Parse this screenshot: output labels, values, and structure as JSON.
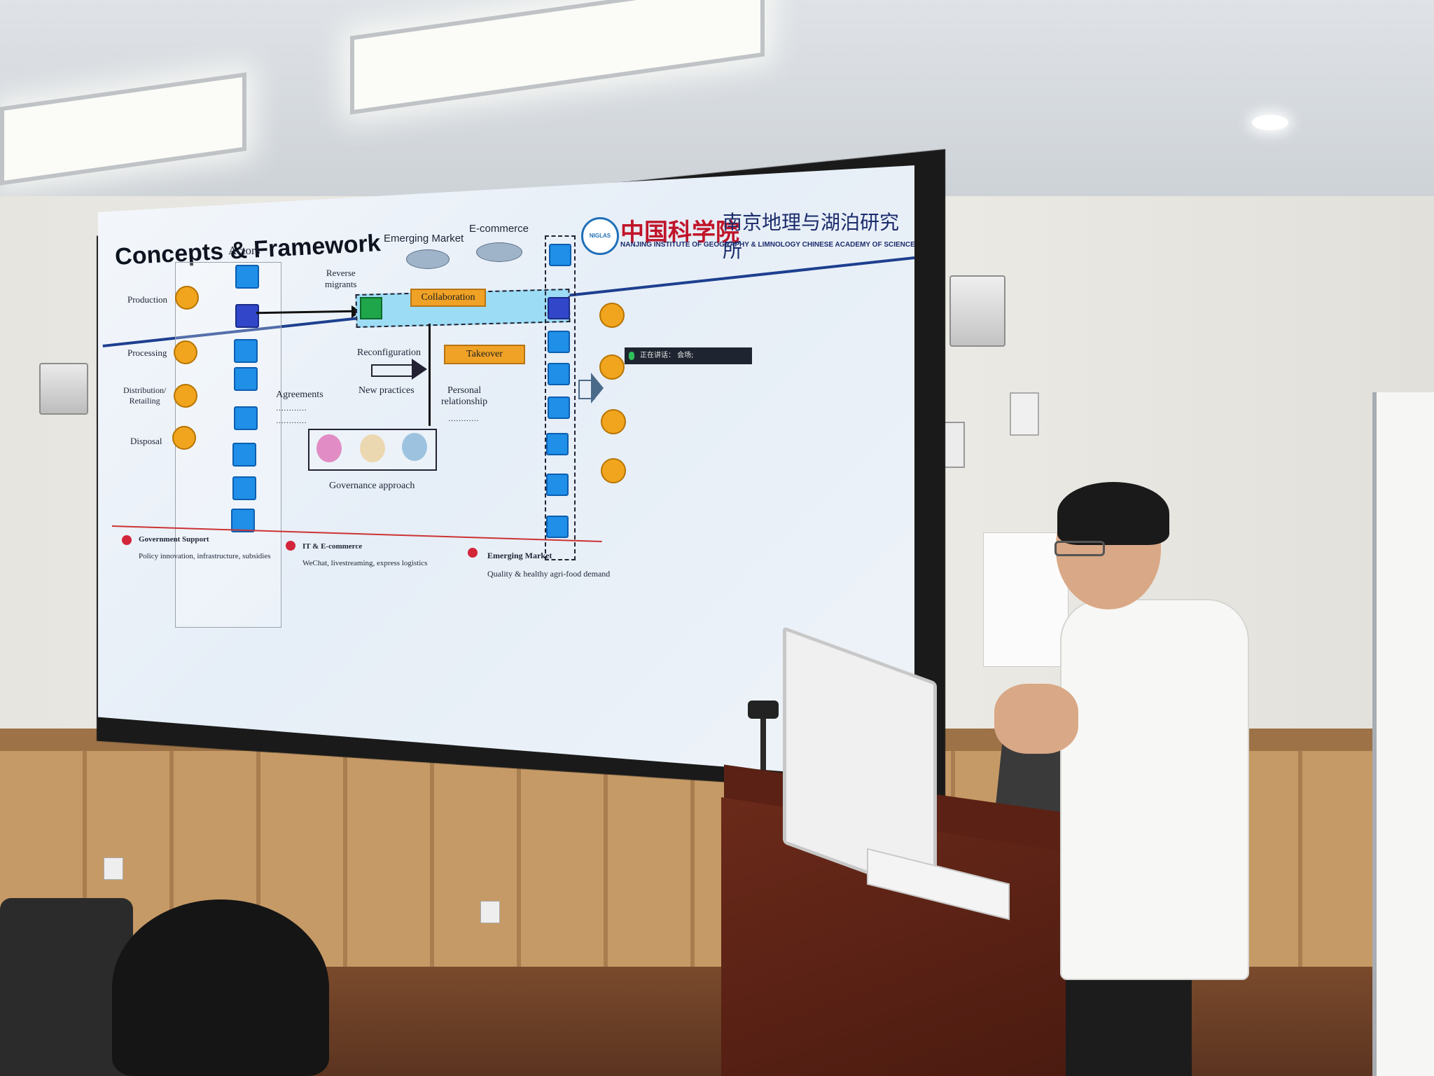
{
  "slide": {
    "title": "Concepts & Framework",
    "logo_cn_main": "中国科学院",
    "logo_cn_institute": "南京地理与湖泊研究所",
    "logo_en": "NANJING INSTITUTE OF GEOGRAPHY & LIMNOLOGY CHINESE ACADEMY OF SCIENCES",
    "logo_badge": "NIGLAS",
    "actors_label": "Actors",
    "stages": [
      "Production",
      "Processing",
      "Distribution/\nRetailing",
      "Disposal"
    ],
    "emerging_market": "Emerging Market",
    "ecommerce": "E-commerce",
    "reverse_migrants": "Reverse\nmigrants",
    "collaboration": "Collaboration",
    "takeover": "Takeover",
    "reconfiguration": "Reconfiguration",
    "new_practices": "New practices",
    "agreements": "Agreements",
    "agreements_dots": "…………\n…………",
    "personal_relationship": "Personal\nrelationship",
    "personal_dots": "…………",
    "governance": "Governance approach",
    "caption_overlay": "正在讲话：  会场;",
    "footer": [
      {
        "title": "Government Support",
        "desc": "Policy innovation, infrastructure, subsidies"
      },
      {
        "title": "IT & E-commerce",
        "desc": "WeChat, livestreaming, express logistics"
      },
      {
        "title": "Emerging Market",
        "desc": "Quality & healthy agri-food demand"
      }
    ]
  },
  "colors": {
    "actor_blue": "#1f8fe8",
    "actor_dark": "#3146c8",
    "stage_yellow": "#f1a51e",
    "migrant_green": "#1fa64a",
    "label_orange": "#f0a226",
    "footer_red": "#d3263a",
    "title_blue_rule": "#1d3f8f"
  }
}
